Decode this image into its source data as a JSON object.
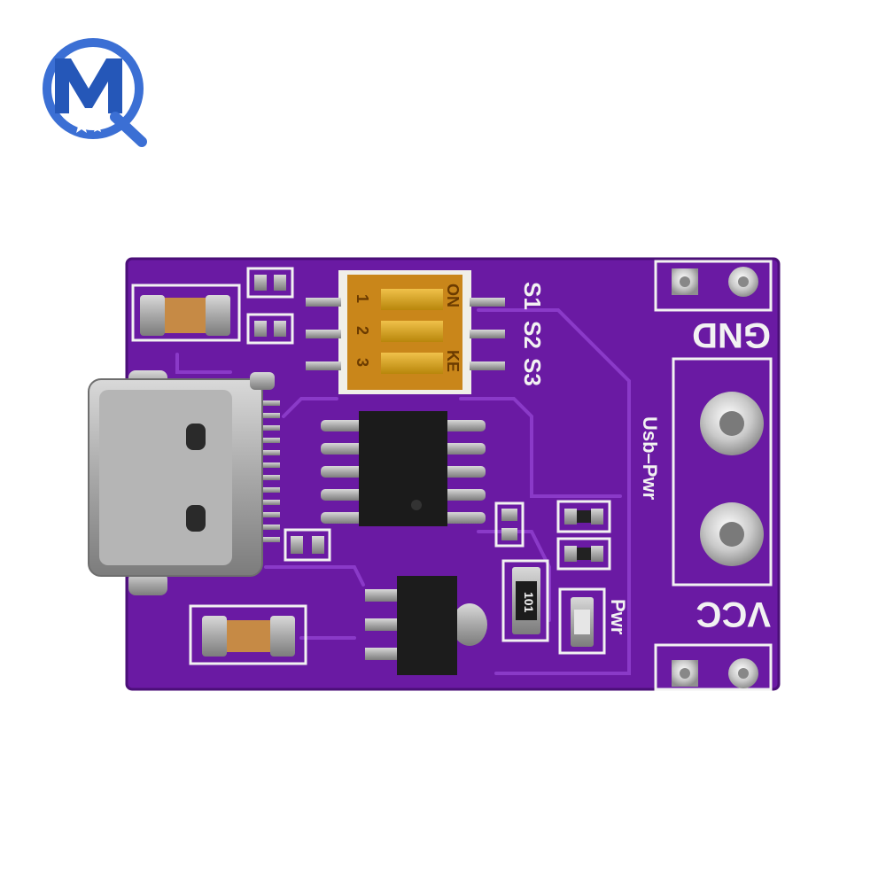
{
  "logo": {
    "text": "MQ",
    "icon": "mq-logo-icon",
    "color": "#3b6fd4"
  },
  "board": {
    "color": "#6a1aa3",
    "silk_color": "#f2f2f2",
    "labels": {
      "s1": "S1",
      "s2": "S2",
      "s3": "S3",
      "gnd": "GND",
      "vcc": "VCC",
      "usb_pwr": "Usb–Pwr",
      "pwr": "Pwr",
      "resistor_code": "101"
    },
    "dip_switch": {
      "on_label": "ON",
      "ke_label": "KE",
      "numbers": [
        "1",
        "2",
        "3"
      ],
      "color": "#e8a317"
    }
  }
}
